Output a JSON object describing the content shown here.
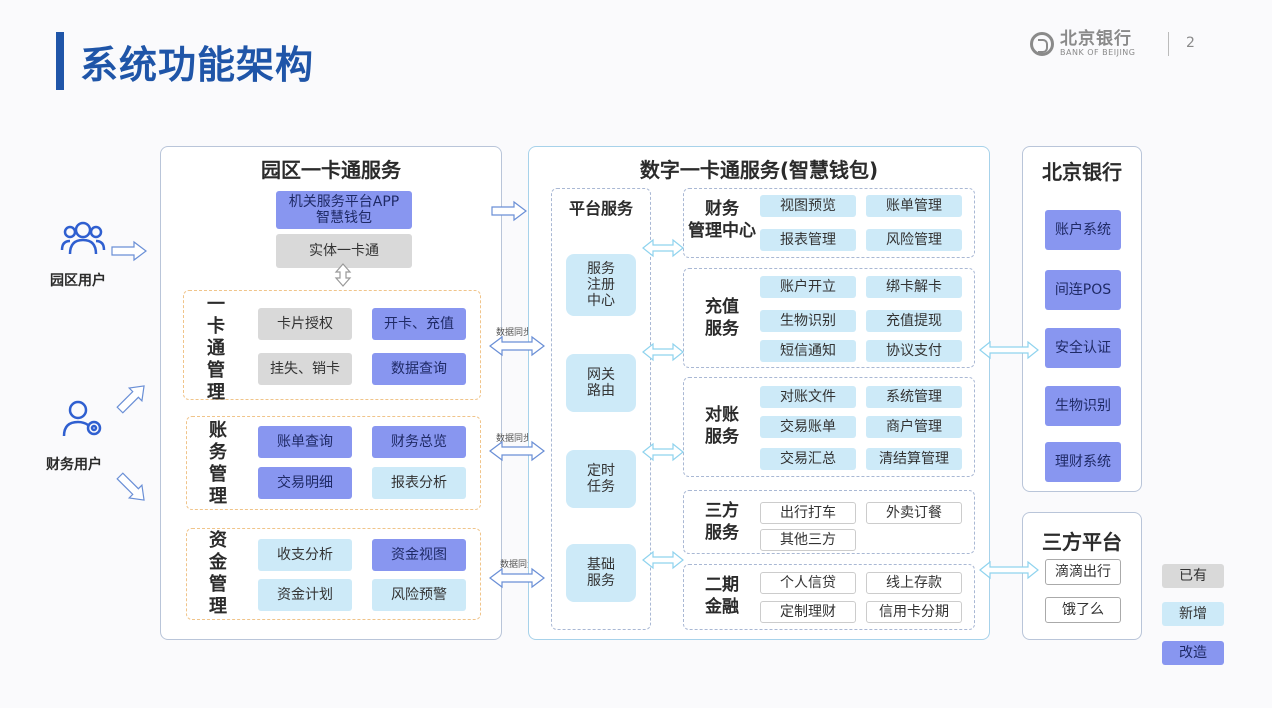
{
  "page": {
    "title": "系统功能架构",
    "page_number": "2"
  },
  "logo": {
    "cn": "北京银行",
    "en": "BANK OF BEIJING"
  },
  "users": {
    "park_user": "园区用户",
    "finance_user": "财务用户"
  },
  "park": {
    "title": "园区一卡通服务",
    "app_line1": "机关服务平台APP",
    "app_line2": "智慧钱包",
    "physical_card": "实体一卡通",
    "card_mgmt": {
      "label": [
        "一",
        "卡",
        "通",
        "管",
        "理"
      ],
      "items": [
        "卡片授权",
        "开卡、充值",
        "挂失、销卡",
        "数据查询"
      ]
    },
    "account_mgmt": {
      "label": [
        "账",
        "务",
        "管",
        "理"
      ],
      "items": [
        "账单查询",
        "财务总览",
        "交易明细",
        "报表分析"
      ]
    },
    "fund_mgmt": {
      "label": [
        "资",
        "金",
        "管",
        "理"
      ],
      "items": [
        "收支分析",
        "资金视图",
        "资金计划",
        "风险预警"
      ]
    }
  },
  "sync_label": "数据同步",
  "digital": {
    "title": "数字一卡通服务(智慧钱包)",
    "platform": {
      "title": "平台服务",
      "items": [
        "服务\n注册\n中心",
        "网关\n路由",
        "定时\n任务",
        "基础\n服务"
      ]
    },
    "finance_center": {
      "label": "财务\n管理中心",
      "items": [
        "视图预览",
        "账单管理",
        "报表管理",
        "风险管理"
      ]
    },
    "recharge": {
      "label": "充值\n服务",
      "items": [
        "账户开立",
        "绑卡解卡",
        "生物识别",
        "充值提现",
        "短信通知",
        "协议支付"
      ]
    },
    "reconcile": {
      "label": "对账\n服务",
      "items": [
        "对账文件",
        "系统管理",
        "交易账单",
        "商户管理",
        "交易汇总",
        "清结算管理"
      ]
    },
    "third": {
      "label": "三方\n服务",
      "items": [
        "出行打车",
        "外卖订餐",
        "其他三方"
      ]
    },
    "phase2": {
      "label": "二期\n金融",
      "items": [
        "个人信贷",
        "线上存款",
        "定制理财",
        "信用卡分期"
      ]
    }
  },
  "bank": {
    "title": "北京银行",
    "items": [
      "账户系统",
      "间连POS",
      "安全认证",
      "生物识别",
      "理财系统"
    ]
  },
  "thirdparty": {
    "title": "三方平台",
    "items": [
      "滴滴出行",
      "饿了么"
    ]
  },
  "legend": [
    "已有",
    "新增",
    "改造"
  ],
  "colors": {
    "existing": "#d9d9d9",
    "new": "#cdeaf8",
    "modified": "#8896f0",
    "title": "#1f55a8"
  }
}
